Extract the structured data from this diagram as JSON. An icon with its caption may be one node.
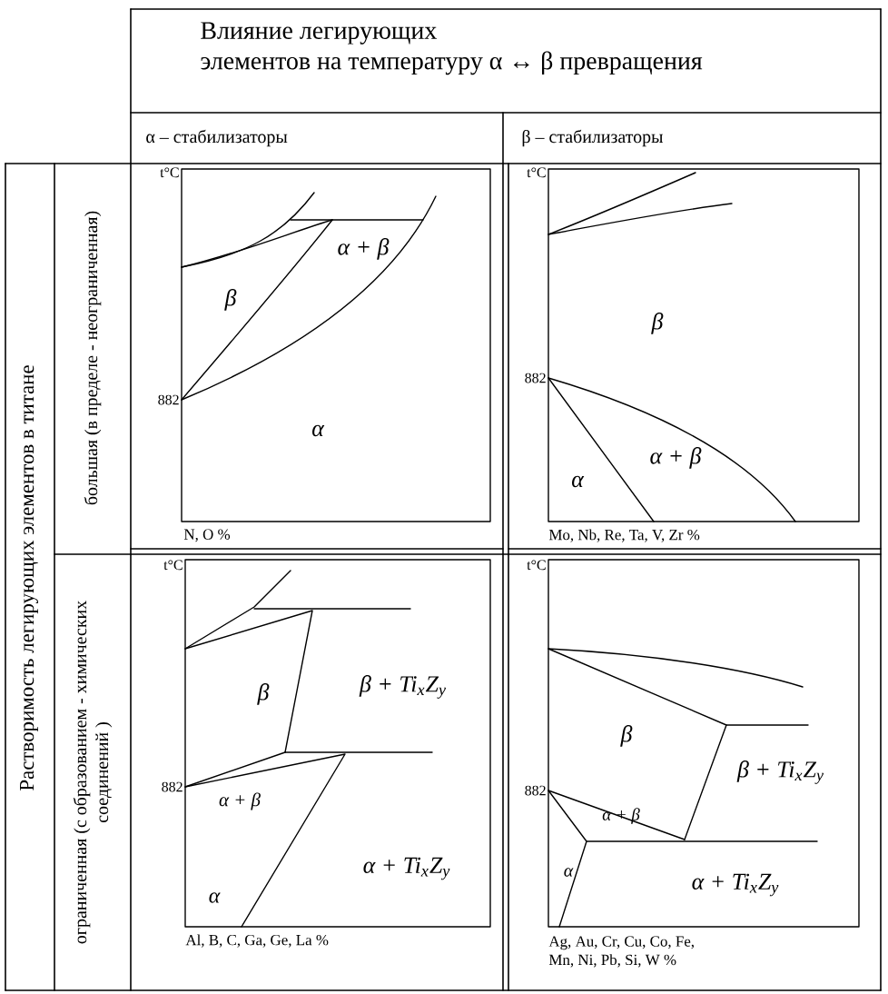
{
  "diagram": {
    "labels": [
      "Влияние легирующих элементов на температуру α ↔ β превращения",
      "α – стабилизаторы",
      "β – стабилизаторы",
      "Растворимость легирующих элементов в титане",
      "большая (в пределе - неограниченная)",
      "t°C",
      "α + β",
      "β",
      "882",
      "α",
      "N, O %",
      "t°C",
      "β",
      "882",
      "α + β",
      "α",
      "Mo, Nb, Re, Ta, V, Zr %",
      "ограниченная (с образованием - химических соединений )",
      "t°C",
      "β",
      "β + Ti$_{x}$Z$_{y}$",
      "882",
      "α + β",
      "α + Ti$_{x}$Z$_{y}$",
      "α",
      "Al, B, C, Ga, Ge, La %",
      "t°C",
      "β",
      "β + Ti$_{x}$Z$_{y}$",
      "882",
      "α + β",
      "α",
      "α + Ti$_{x}$Z$_{y}$",
      "Ag, Au, Cr, Cu, Co, Fe, Mn, Ni, Pb, Si, W %"
    ]
  }
}
